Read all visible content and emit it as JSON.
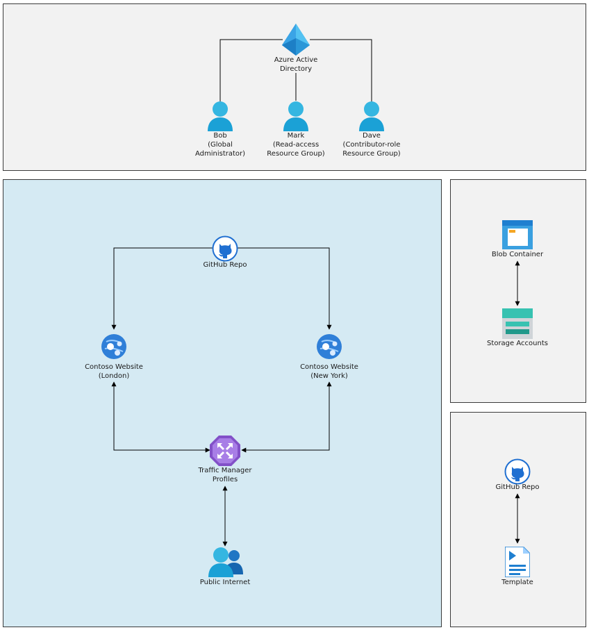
{
  "colors": {
    "panel_gray": "#f2f2f2",
    "panel_blue": "#d5eaf3",
    "panel_border": "#3a3a3a",
    "line": "#000000"
  },
  "identity": {
    "aad": [
      "Azure Active",
      "Directory"
    ],
    "bob": [
      "Bob",
      "(Global",
      "Administrator)"
    ],
    "mark": [
      "Mark",
      "(Read-access",
      "Resource Group)"
    ],
    "dave": [
      "Dave",
      "(Contributor-role",
      "Resource Group)"
    ]
  },
  "network": {
    "github": [
      "GitHub Repo"
    ],
    "london": [
      "Contoso Website",
      "(London)"
    ],
    "newyork": [
      "Contoso Website",
      "(New York)"
    ],
    "traffic": [
      "Traffic Manager",
      "Profiles"
    ],
    "internet": [
      "Public Internet"
    ]
  },
  "storage": {
    "blob": [
      "Blob Container"
    ],
    "accounts": [
      "Storage Accounts"
    ]
  },
  "deploy": {
    "github": [
      "GitHub Repo"
    ],
    "template": [
      "Template"
    ]
  },
  "icons": {
    "aad": "azure-active-directory-icon",
    "user": "user-icon",
    "github": "github-icon",
    "webapp": "app-service-icon",
    "traffic": "traffic-manager-icon",
    "users": "users-icon",
    "blob": "blob-container-icon",
    "storage": "storage-account-icon",
    "template": "template-icon"
  }
}
